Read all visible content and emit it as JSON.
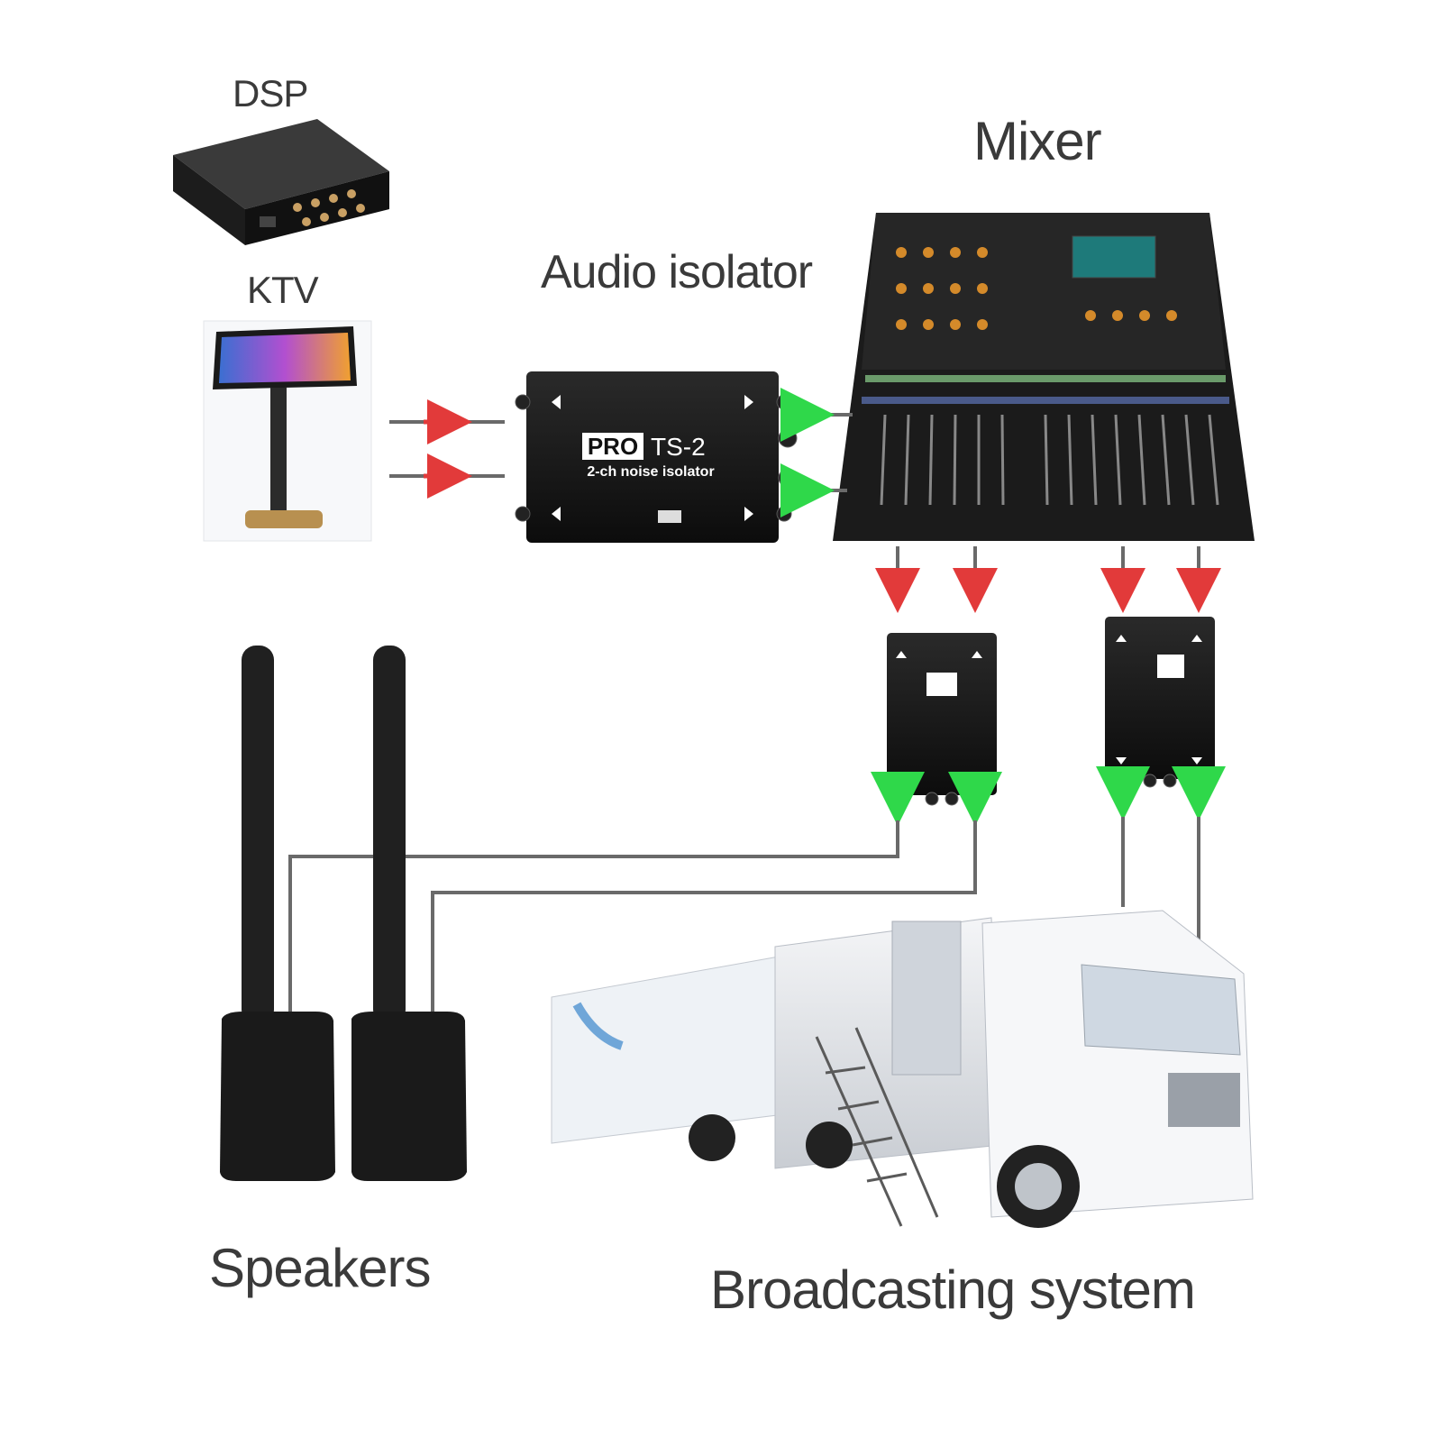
{
  "labels": {
    "dsp": "DSP",
    "ktv": "KTV",
    "audio_isolator": "Audio isolator",
    "mixer": "Mixer",
    "speakers": "Speakers",
    "broadcasting_system": "Broadcasting system"
  },
  "isolator": {
    "brand": "PRO",
    "model": "TS-2",
    "subtitle": "2-ch noise isolator"
  },
  "colors": {
    "arrow_in": "#e23a3a",
    "arrow_out": "#2fd84a",
    "cable": "#6a6a6a",
    "device": "#141414"
  }
}
